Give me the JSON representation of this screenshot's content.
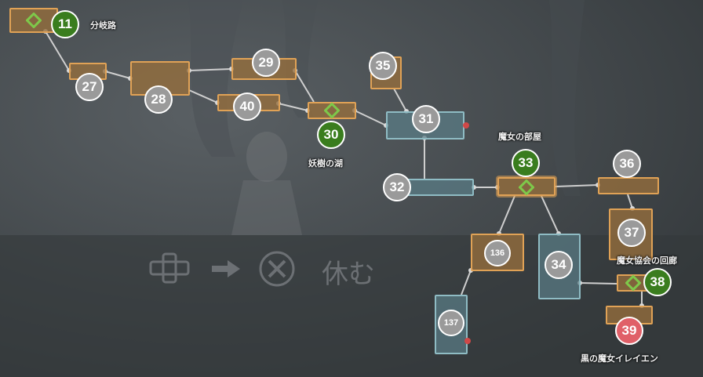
{
  "areas": [
    {
      "name": "分岐路",
      "slug": "area-label-junction"
    },
    {
      "name": "妖樹の湖",
      "slug": "area-label-fairy-tree-lake"
    },
    {
      "name": "魔女の部屋",
      "slug": "area-label-witch-room"
    },
    {
      "name": "魔女協会の回廊",
      "slug": "area-label-witch-guild-corridor"
    },
    {
      "name": "黒の魔女イレイエン",
      "slug": "area-label-black-witch"
    }
  ],
  "rooms": {
    "r11": "11",
    "r27": "27",
    "r28": "28",
    "r29": "29",
    "r40": "40",
    "r30": "30",
    "r35": "35",
    "r31": "31",
    "r32": "32",
    "r33": "33",
    "r36": "36",
    "r37": "37",
    "r38": "38",
    "r39": "39",
    "r34": "34",
    "r136": "136",
    "r137": "137"
  },
  "room_status": {
    "r11": "save",
    "r30": "save",
    "r33": "save",
    "r38": "save",
    "r39": "boss",
    "default": "visited"
  },
  "controls": {
    "dpad_icon": "dpad-icon",
    "arrow_icon": "arrow-right-icon",
    "button_icon": "cross-button-icon",
    "action_label": "休む"
  },
  "colors": {
    "visited_room": "#e0a256",
    "corridor_room": "#8fbcc4",
    "marker_gray": "#9a9a9a",
    "marker_save": "#3a7d1e",
    "marker_boss": "#e06068",
    "save_point": "#7ec84a"
  }
}
